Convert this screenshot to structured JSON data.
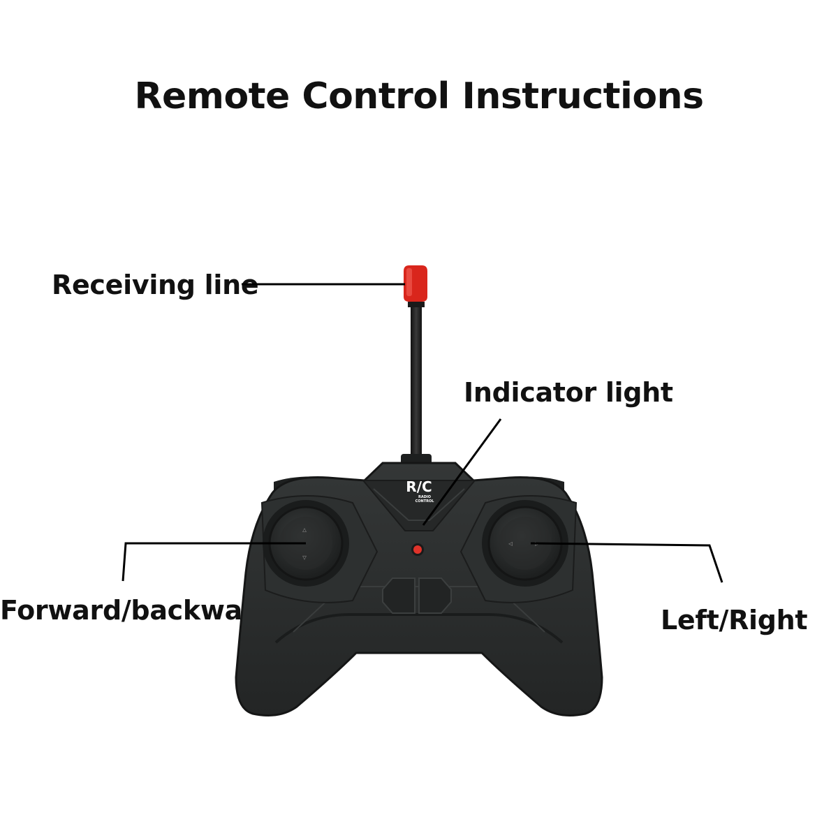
{
  "title": "Remote Control Instructions",
  "labels": {
    "receiving_line": "Receiving line",
    "indicator_light": "Indicator light",
    "forward_backward": "Forward/backward",
    "left_right": "Left/Right"
  },
  "controller": {
    "logo_main": "R/C",
    "logo_sub_1": "RADIO",
    "logo_sub_2": "CONTROL"
  },
  "colors": {
    "body": "#2b2d2d",
    "antenna_tip": "#d9261c",
    "indicator": "#e0332a",
    "line": "#000000"
  }
}
